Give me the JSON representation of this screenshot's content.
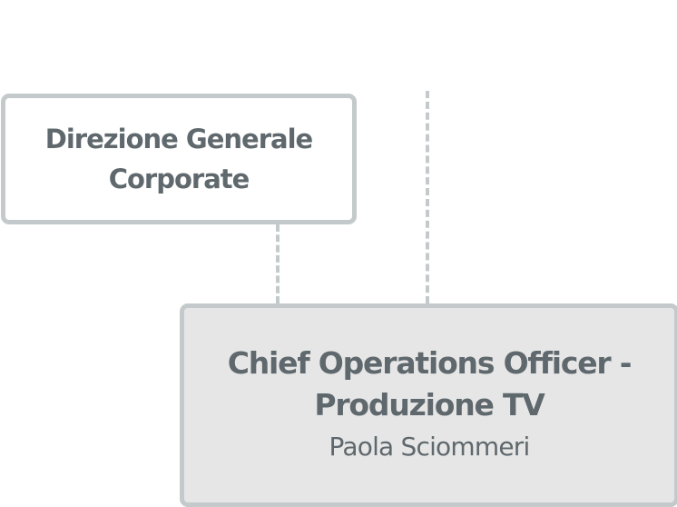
{
  "nodes": [
    {
      "title_lines": [
        "Direzione Generale",
        "Corporate"
      ]
    },
    {
      "title_lines": [
        "Chief Operations Officer -",
        "Produzione TV"
      ],
      "person": "Paola Sciommeri"
    }
  ],
  "colors": {
    "border": "#c4cacb",
    "text": "#5f686d",
    "highlight_fill": "#e6e6e6"
  }
}
